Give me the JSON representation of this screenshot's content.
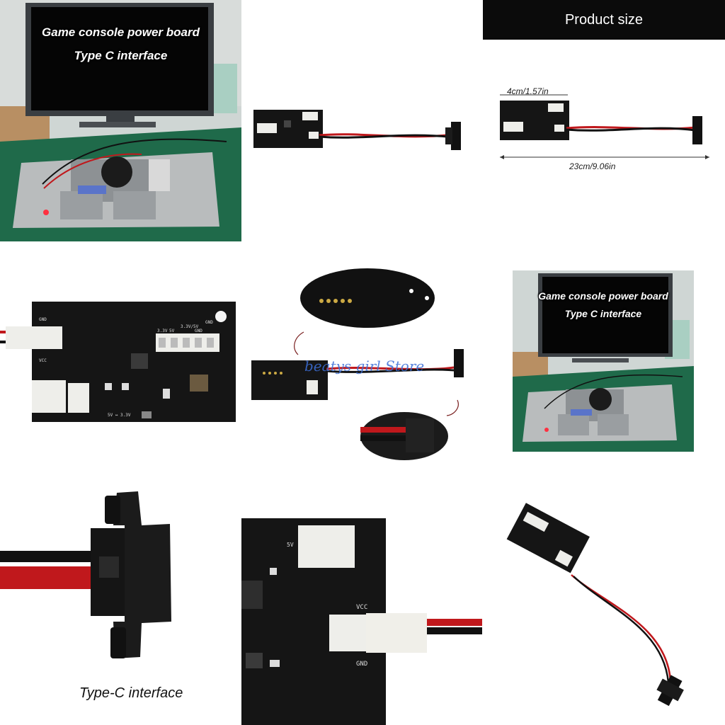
{
  "photo1": {
    "title_line1": "Game console power board",
    "title_line2": "Type C interface"
  },
  "photo6": {
    "title_line1": "Game console power board",
    "title_line2": "Type C interface"
  },
  "product_size": {
    "header": "Product size",
    "width_label": "4cm/1.57in",
    "length_label": "23cm/9.06in"
  },
  "board_labels": {
    "gnd": "GND",
    "vcc": "VCC",
    "pins": [
      "3.3V",
      "5V",
      "3.3V/5V",
      "GND",
      "GND"
    ],
    "switch": "5V ↔ 3.3V"
  },
  "closeup_labels": {
    "vcc": "VCC",
    "gnd": "GND",
    "v5": "5V"
  },
  "watermark": "beatys girl Store",
  "typec_caption": "Type-C interface",
  "colors": {
    "pcb": "#151515",
    "wire_red": "#c0181c",
    "wire_black": "#111111",
    "connector": "#eeeeea",
    "table_green": "#1f6a4a"
  }
}
